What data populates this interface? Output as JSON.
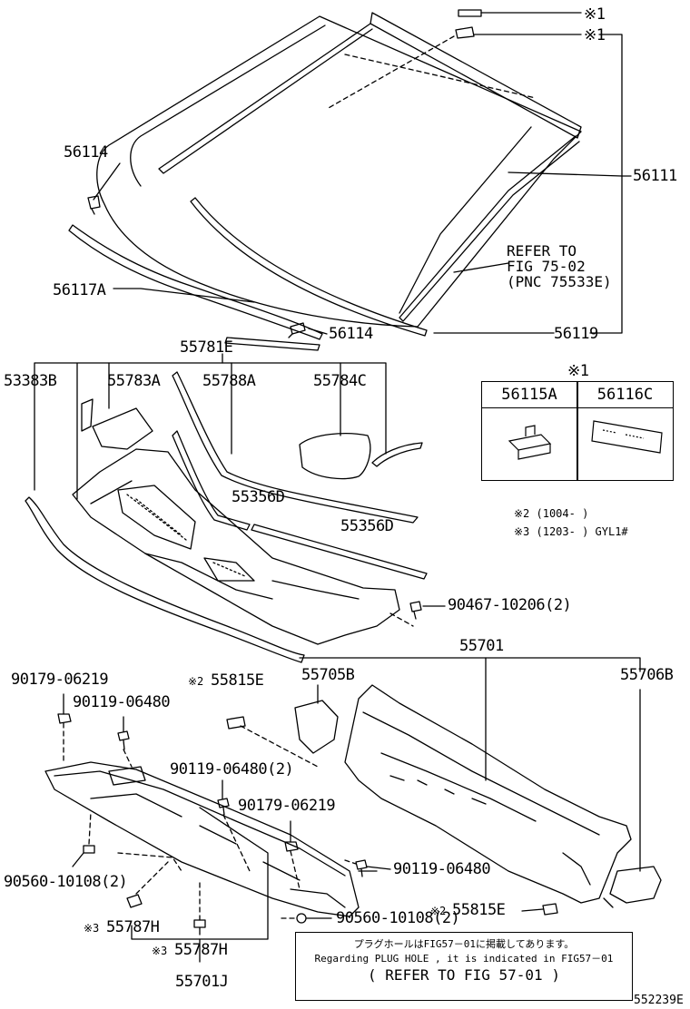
{
  "labels": {
    "p56114_top": "56114",
    "p56111": "56111",
    "p56117a": "56117A",
    "p56114_bot": "56114",
    "p56119": "56119",
    "p55781e": "55781E",
    "p53383b": "53383B",
    "p55783a": "55783A",
    "p55788a": "55788A",
    "p55784c": "55784C",
    "p55356d_1": "55356D",
    "p55356d_2": "55356D",
    "p90467": "90467-10206(2)",
    "p55701": "55701",
    "p55706b": "55706B",
    "p90179_a": "90179-06219",
    "p90119_a": "90119-06480",
    "p55815e_a": "55815E",
    "p55705b": "55705B",
    "p90119_b": "90119-06480(2)",
    "p90179_b": "90179-06219",
    "p90560_a": "90560-10108(2)",
    "p90119_c": "90119-06480",
    "p55815e_b": "55815E",
    "p55787h_a": "55787H",
    "p90560_b": "90560-10108(2)",
    "p55787h_b": "55787H",
    "p55701j": "55701J",
    "note1_a": "※1",
    "note1_b": "※1",
    "table_mark": "※1",
    "mark2_a": "※2",
    "mark2_b": "※2",
    "mark3_a": "※3",
    "mark3_b": "※3",
    "diagram_id": "552239E"
  },
  "reference": {
    "line1": "REFER TO",
    "line2": "FIG 75-02",
    "line3": "(PNC 75533E)"
  },
  "table": {
    "col1": "56115A",
    "col2": "56116C"
  },
  "footnotes": {
    "fn2": "※2 (1004-      )",
    "fn3": "※3 (1203-      ) GYL1#"
  },
  "notice": {
    "line_jp": "プラグホールはFIG57－01に掲載してあります。",
    "line_en": "Regarding  PLUG HOLE , it is indicated  in FIG57－01",
    "line_ref": "( REFER TO FIG 57-01 )"
  }
}
